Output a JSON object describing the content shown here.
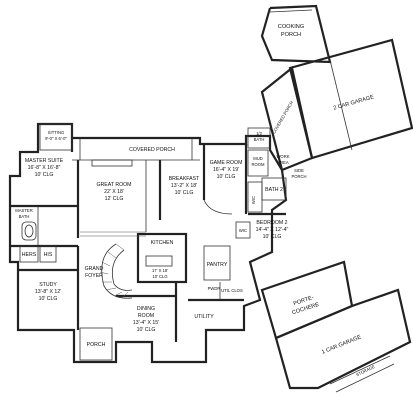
{
  "rooms": {
    "cooking_porch": {
      "name": "COOKING",
      "name2": "PORCH"
    },
    "covered_porch_top": {
      "name": "COVERED PORCH"
    },
    "garage_2": {
      "name": "2 CAR GARAGE"
    },
    "covered_porch_main": {
      "name": "COVERED PORCH"
    },
    "sitting": {
      "name": "SITTING",
      "dims": "9'-0\" X 6'-0\""
    },
    "master_suite": {
      "name": "MASTER SUITE",
      "dims": "16'-8\" X 16'-8\"",
      "clg": "10' CLG"
    },
    "great_room": {
      "name": "GREAT ROOM",
      "dims": "22' X 18'",
      "clg": "12' CLG"
    },
    "breakfast": {
      "name": "BREAKFAST",
      "dims": "13'-2\" X 18'",
      "clg": "10' CLG"
    },
    "game_room": {
      "name": "GAME ROOM",
      "dims": "16'-4\" X 19'",
      "clg": "10' CLG"
    },
    "half_bath": {
      "name": "1/2",
      "name2": "BATH"
    },
    "mud_room": {
      "name": "MUD",
      "name2": "ROOM"
    },
    "work_area": {
      "name": "WORK",
      "name2": "AREA"
    },
    "side_porch": {
      "name": "SIDE",
      "name2": "PORCH"
    },
    "bath_2": {
      "name": "BATH 2"
    },
    "wic_1": {
      "name": "WIC"
    },
    "bedroom_2": {
      "name": "BEDROOM 2",
      "dims": "14'-4\" X 12'-4\"",
      "clg": "10' CLG"
    },
    "master_bath": {
      "name": "MASTER",
      "name2": "BATH"
    },
    "his": {
      "name": "HIS"
    },
    "hers": {
      "name": "HERS"
    },
    "kitchen": {
      "name": "KITCHEN"
    },
    "kitchen_dims": {
      "dims": "17' X 18'",
      "clg": "10' CLG"
    },
    "grand_foyer": {
      "name": "GRAND",
      "name2": "FOYER"
    },
    "wic_2": {
      "name": "WIC"
    },
    "pantry": {
      "name": "PANTRY"
    },
    "study": {
      "name": "STUDY",
      "dims": "13'-8\" X 12'",
      "clg": "10' CLG"
    },
    "dining_room": {
      "name": "DINING",
      "name2": "ROOM",
      "dims": "13'-4\" X 15'",
      "clg": "10' CLG"
    },
    "utility": {
      "name": "UTILITY"
    },
    "porch": {
      "name": "PORCH"
    },
    "porte_cochere": {
      "name": "PORTE-",
      "name2": "COCHERE"
    },
    "garage_1": {
      "name": "1 CAR GARAGE"
    },
    "storage": {
      "name": "STORAGE"
    }
  },
  "notes": {
    "powder": "PWDR",
    "util_clos": "UTIL CLOS"
  }
}
